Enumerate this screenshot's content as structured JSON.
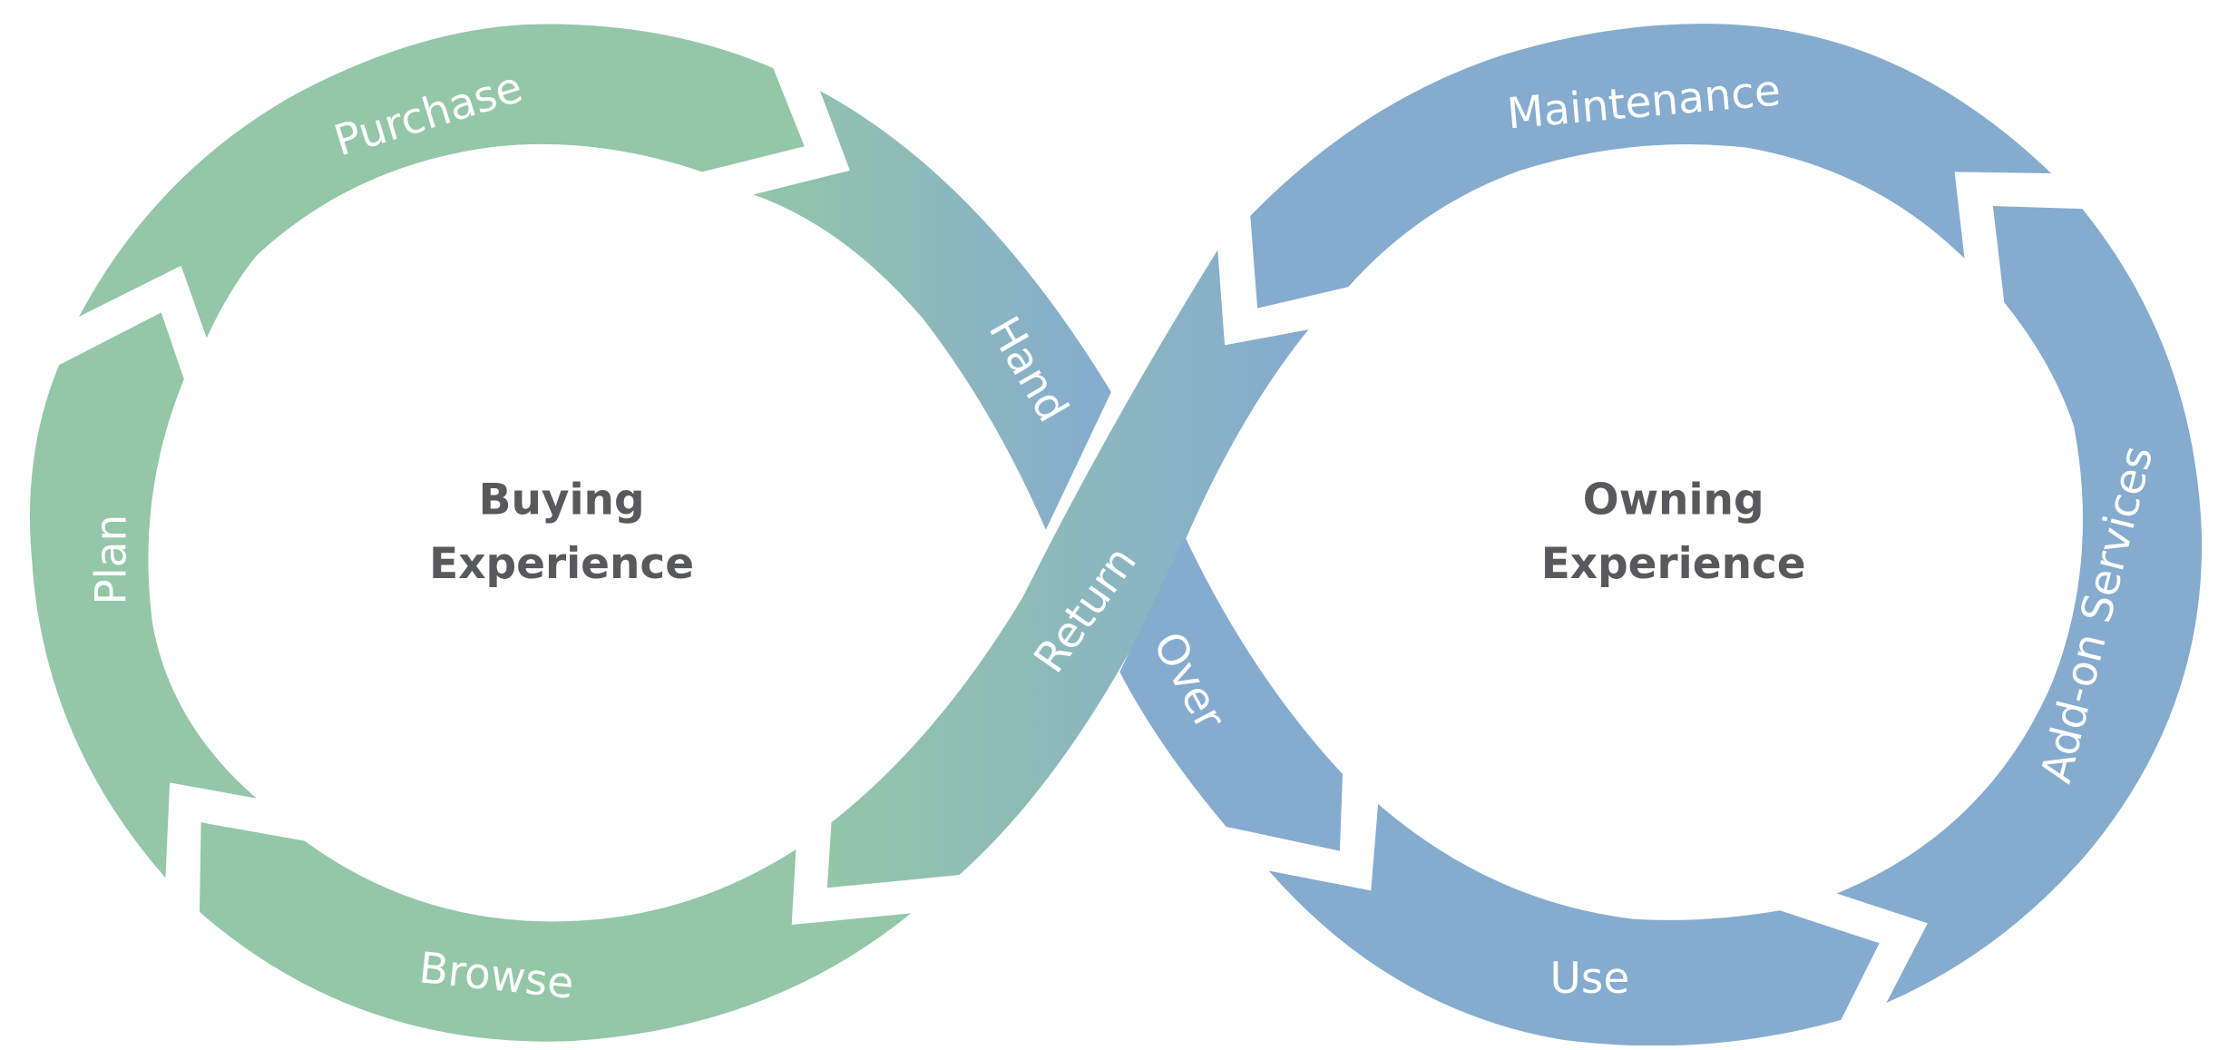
{
  "diagram": {
    "type": "infinity-loop-cycle",
    "colors": {
      "buying": "#94c6a8",
      "owning": "#85abcf",
      "center_text": "#58595b",
      "segment_text": "#ffffff"
    },
    "buying_loop": {
      "title_line1": "Buying",
      "title_line2": "Experience",
      "segments": [
        "Plan",
        "Purchase",
        "Hand",
        "Browse"
      ]
    },
    "owning_loop": {
      "title_line1": "Owning",
      "title_line2": "Experience",
      "segments": [
        "Maintenance",
        "Add-on Services",
        "Use",
        "Over"
      ]
    },
    "crossing_segment": "Return"
  }
}
